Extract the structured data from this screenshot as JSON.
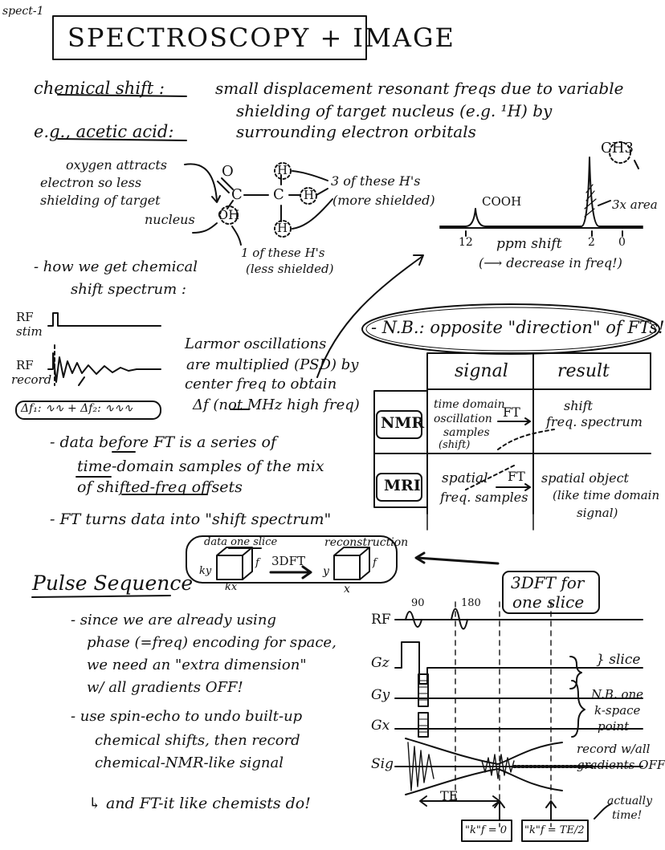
{
  "page": {
    "corner_label": "spect-1",
    "title": "SPECTROSCOPY + IMAGE"
  },
  "chemical_shift": {
    "term": "chemical shift :",
    "def1": "small displacement resonant freqs due to variable",
    "def2": "shielding of target nucleus (e.g. ¹H) by",
    "def3": "surrounding electron orbitals"
  },
  "acetic": {
    "heading": "e.g., acetic acid:",
    "note1": "oxygen attracts",
    "note2": "electron so less",
    "note3": "shielding of target",
    "note4": "nucleus",
    "three_h1": "3 of these H's",
    "three_h2": "(more shielded)",
    "one_h1": "1 of these H's",
    "one_h2": "(less shielded)",
    "atom_o": "O",
    "atom_c": "C",
    "atom_oh": "OH",
    "atom_h": "H"
  },
  "spectrum": {
    "peak_cooh": "COOH",
    "peak_ch3": "CH3",
    "area_note": "3x area",
    "tick12": "12",
    "tick2": "2",
    "tick0": "0",
    "axis_label": "ppm shift",
    "direction": "(⟶ decrease in freq!)"
  },
  "howto": {
    "line1": "- how we get chemical",
    "line2": "shift spectrum :",
    "rf_stim1": "RF",
    "rf_stim2": "stim",
    "rf_rec1": "RF",
    "rf_rec2": "record",
    "delta_box": "Δf₁: ∿∿ + Δf₂: ∿∿∿",
    "larmor1": "Larmor oscillations",
    "larmor2": "are multiplied (PSD) by",
    "larmor3": "center freq to obtain",
    "larmor4": "Δf (not MHz high freq)",
    "data1": "- data before FT is a series of",
    "data2": "time-domain samples of the mix",
    "data3": "of shifted-freq offsets",
    "ft": "- FT turns data into \"shift spectrum\""
  },
  "nb": {
    "text": "- N.B.: opposite \"direction\" of FTs!",
    "col_signal": "signal",
    "col_result": "result",
    "row_nmr": "NMR",
    "row_mri": "MRI",
    "nmr_signal1": "time domain",
    "nmr_signal2": "oscillation",
    "nmr_signal3": "samples",
    "nmr_signal4": "(shift)",
    "nmr_ft": "FT",
    "nmr_result1": "shift",
    "nmr_result2": "freq. spectrum",
    "mri_signal1": "spatial",
    "mri_signal2": "freq. samples",
    "mri_ft": "FT",
    "mri_result1": "spatial object",
    "mri_result2": "(like time domain",
    "mri_result3": "signal)"
  },
  "threedft": {
    "data_label": "data one slice",
    "arrow_label": "3DFT",
    "recon_label": "reconstruction",
    "ky": "ky",
    "kx": "kx",
    "f": "f",
    "y": "y",
    "x": "x",
    "callout1": "3DFT for",
    "callout2": "one slice"
  },
  "pulse": {
    "heading": "Pulse Sequence",
    "p1": "- since we are already using",
    "p2": "phase (=freq) encoding for space,",
    "p3": "we need an \"extra dimension\"",
    "p4": "w/ all gradients OFF!",
    "p5": "- use spin-echo to undo built-up",
    "p6": "chemical shifts, then record",
    "p7": "chemical-NMR-like signal",
    "p8": "↳ and FT-it like chemists do!"
  },
  "diagram": {
    "rf": "RF",
    "gz": "Gz",
    "gy": "Gy",
    "gx": "Gx",
    "sig": "Sig",
    "p90": "90",
    "p180": "180",
    "slice": "} slice",
    "nb_one1": "N.B. one",
    "nb_one2": "k-space",
    "nb_one3": "point",
    "record1": "record w/all",
    "record2": "gradients OFF",
    "te": "TE",
    "k0": "\"k\"f = 0",
    "kte": "\"k\"f = TE/2",
    "actually1": "actually",
    "actually2": "time!"
  }
}
